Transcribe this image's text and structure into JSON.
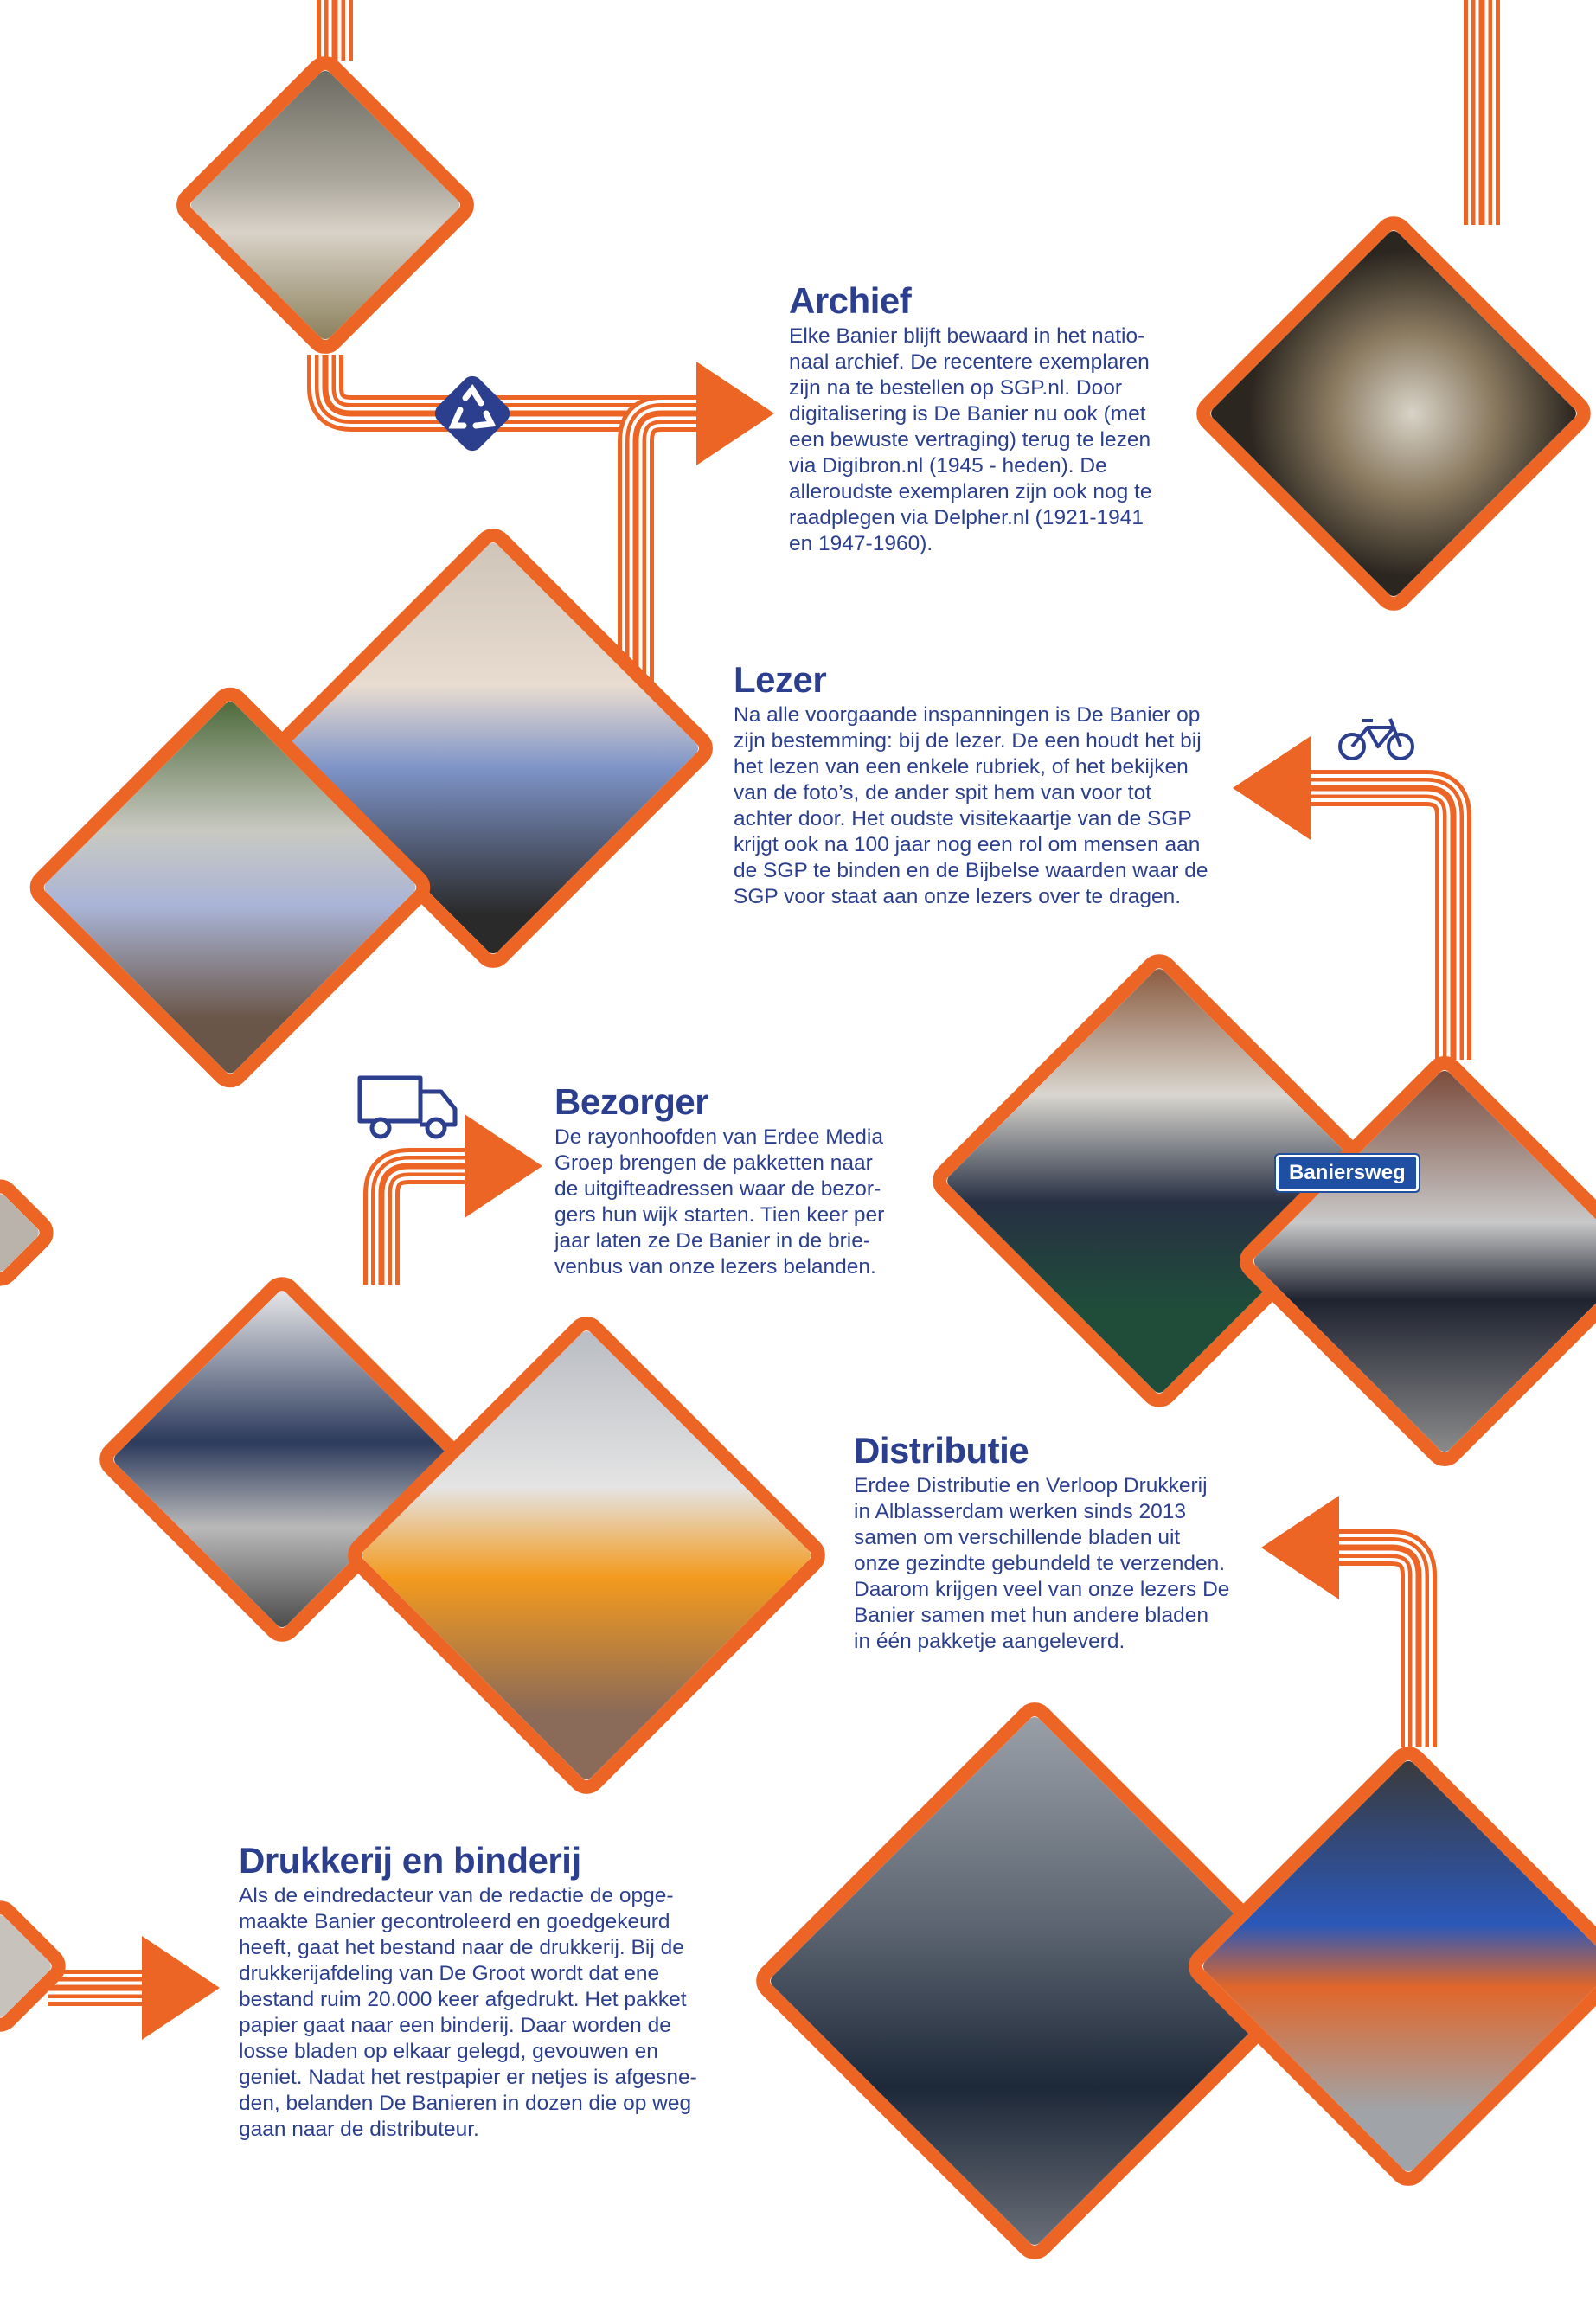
{
  "colors": {
    "accent": "#ec6525",
    "text": "#2b3f8e"
  },
  "sections": [
    {
      "title": "Archief",
      "body": "Elke Banier blijft bewaard in het natio-\nnaal archief. De recentere exemplaren\nzijn na te bestellen op SGP.nl. Door\ndigitalisering is De Banier nu ook (met\neen bewuste vertraging) terug te lezen\nvia Digibron.nl (1945 - heden). De\nalleroudste exemplaren zijn ook nog te\nraadplegen via Delpher.nl  (1921-1941\nen 1947-1960)."
    },
    {
      "title": "Lezer",
      "body": "Na alle voorgaande inspanningen is De Banier op\nzijn bestemming: bij de lezer. De een houdt het bij\nhet lezen van een enkele rubriek, of het bekijken\nvan de foto’s, de ander spit hem van voor tot\nachter door. Het oudste visitekaartje van de SGP\nkrijgt ook na 100 jaar nog een rol om mensen aan\nde SGP te binden en de Bijbelse waarden waar de\nSGP voor staat aan onze lezers over te dragen."
    },
    {
      "title": "Bezorger",
      "body": "De rayonhoofden van Erdee Media\nGroep brengen de pakketten naar\nde uitgifteadressen waar de bezor-\ngers hun wijk starten. Tien keer per\njaar laten ze De Banier in de brie-\nvenbus van onze lezers belanden."
    },
    {
      "title": "Distributie",
      "body": "Erdee Distributie en Verloop Drukkerij\nin Alblasserdam werken sinds 2013\nsamen om verschillende bladen uit\nonze gezindte gebundeld te verzenden.\nDaarom krijgen veel van onze lezers De\nBanier samen met hun andere bladen\nin één pakketje aangeleverd."
    },
    {
      "title": "Drukkerij en binderij",
      "body": "Als de eindredacteur van de redactie de opge-\nmaakte Banier gecontroleerd en goedgekeurd\nheeft, gaat het bestand naar de drukkerij. Bij de\ndrukkerijafdeling van De Groot wordt dat ene\nbestand ruim 20.000 keer afgedrukt. Het pakket\npapier gaat naar een binderij. Daar worden de\nlosse bladen op elkaar gelegd, gevouwen en\ngeniet. Nadat het restpapier er netjes is afgesne-\nden, belanden De Banieren in dozen die op weg\ngaan naar de distributeur."
    }
  ],
  "photo_text": {
    "street_sign": "Baniersweg"
  },
  "icons": [
    "recycle-icon",
    "truck-icon",
    "bicycle-icon"
  ]
}
